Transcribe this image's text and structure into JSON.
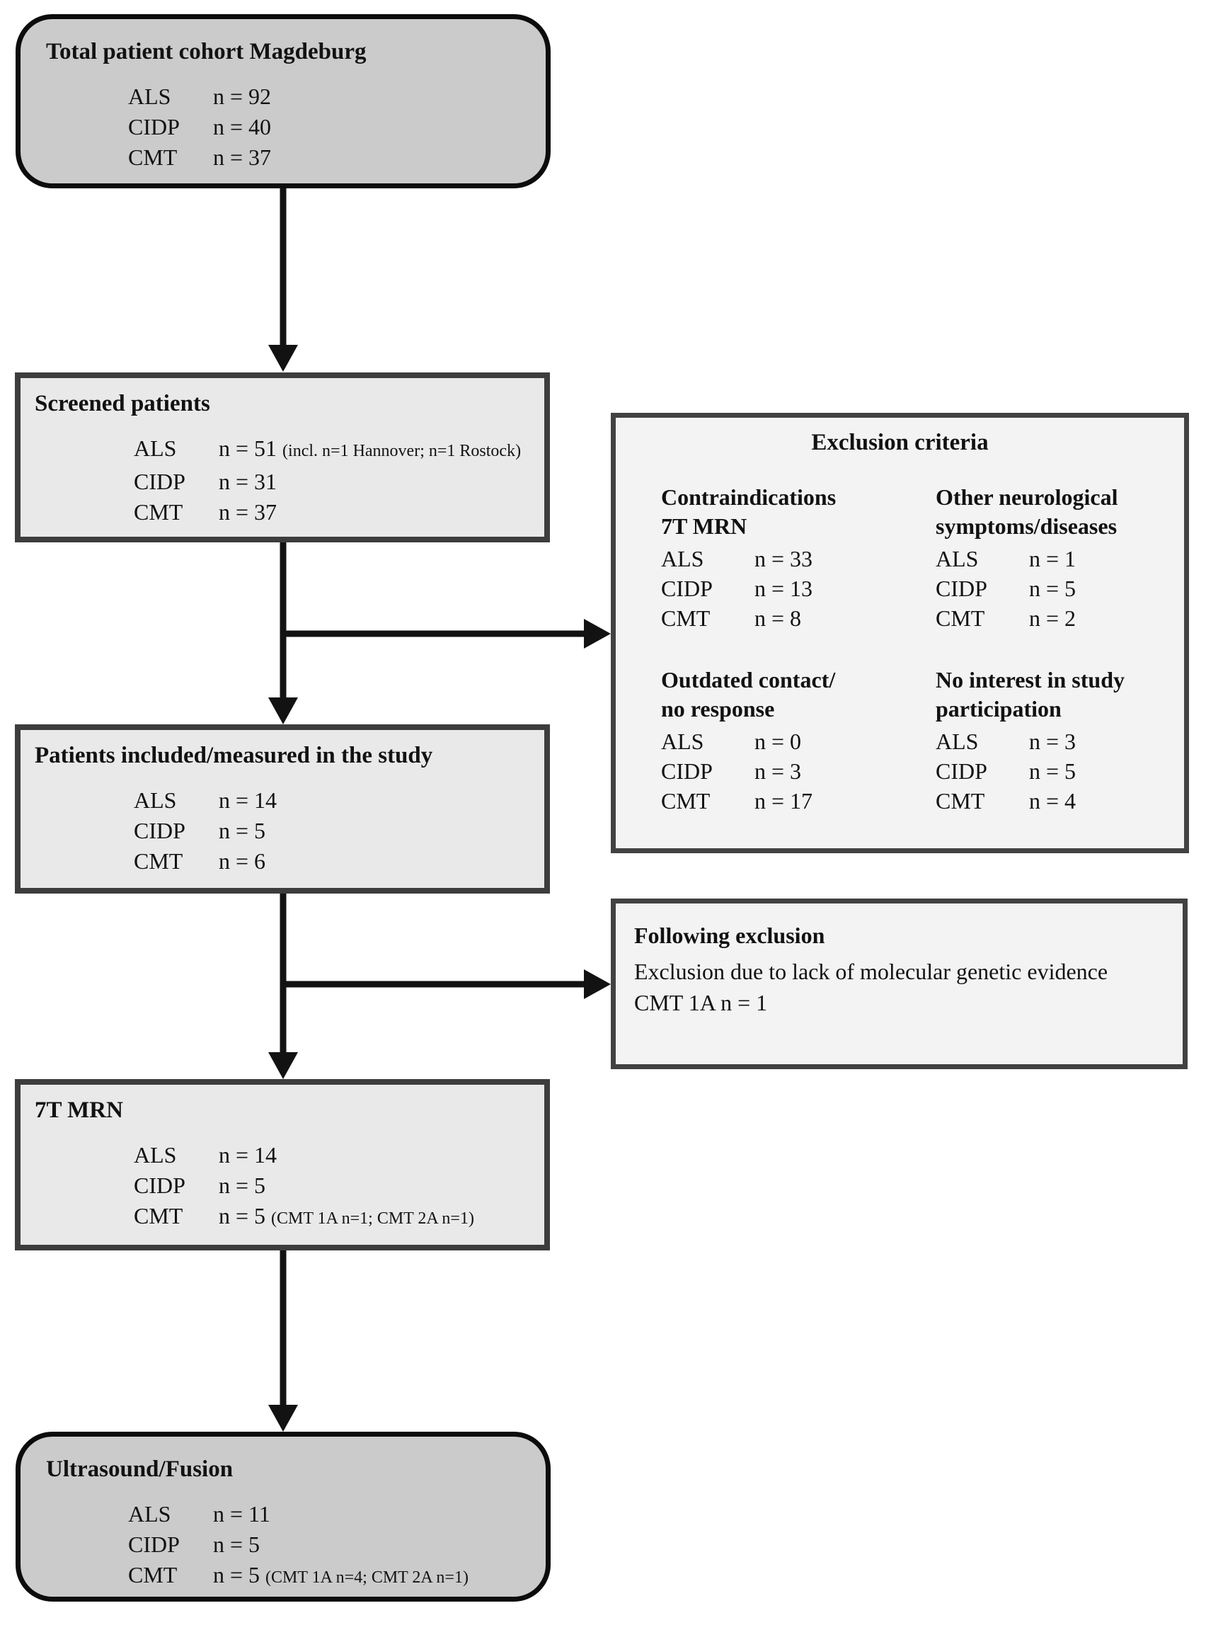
{
  "diagram": {
    "boxes": {
      "cohort": {
        "title": "Total patient cohort Magdeburg",
        "rows": [
          {
            "label": "ALS",
            "value": "n = 92",
            "note": ""
          },
          {
            "label": "CIDP",
            "value": "n = 40",
            "note": ""
          },
          {
            "label": "CMT",
            "value": "n = 37",
            "note": ""
          }
        ]
      },
      "screened": {
        "title": "Screened patients",
        "rows": [
          {
            "label": "ALS",
            "value": "n = 51",
            "note": "(incl. n=1 Hannover; n=1 Rostock)"
          },
          {
            "label": "CIDP",
            "value": "n = 31",
            "note": ""
          },
          {
            "label": "CMT",
            "value": "n = 37",
            "note": ""
          }
        ]
      },
      "included": {
        "title": "Patients included/measured in the study",
        "rows": [
          {
            "label": "ALS",
            "value": "n = 14",
            "note": ""
          },
          {
            "label": "CIDP",
            "value": "n = 5",
            "note": ""
          },
          {
            "label": "CMT",
            "value": "n = 6",
            "note": ""
          }
        ]
      },
      "mrn7t": {
        "title": "7T MRN",
        "rows": [
          {
            "label": "ALS",
            "value": "n = 14",
            "note": ""
          },
          {
            "label": "CIDP",
            "value": "n = 5",
            "note": ""
          },
          {
            "label": "CMT",
            "value": "n = 5",
            "note": "(CMT 1A n=1; CMT 2A n=1)"
          }
        ]
      },
      "ultrasound": {
        "title": "Ultrasound/Fusion",
        "rows": [
          {
            "label": "ALS",
            "value": "n = 11",
            "note": ""
          },
          {
            "label": "CIDP",
            "value": "n = 5",
            "note": ""
          },
          {
            "label": "CMT",
            "value": "n = 5",
            "note": "(CMT 1A n=4; CMT 2A n=1)"
          }
        ]
      }
    },
    "exclusion": {
      "title": "Exclusion criteria",
      "sections": [
        {
          "heading_line1": "Contraindications",
          "heading_line2": "7T MRN",
          "rows": [
            {
              "label": "ALS",
              "value": "n = 33"
            },
            {
              "label": "CIDP",
              "value": "n = 13"
            },
            {
              "label": "CMT",
              "value": "n = 8"
            }
          ]
        },
        {
          "heading_line1": "Other neurological",
          "heading_line2": "symptoms/diseases",
          "rows": [
            {
              "label": "ALS",
              "value": "n = 1"
            },
            {
              "label": "CIDP",
              "value": "n = 5"
            },
            {
              "label": "CMT",
              "value": "n = 2"
            }
          ]
        },
        {
          "heading_line1": "Outdated contact/",
          "heading_line2": "no response",
          "rows": [
            {
              "label": "ALS",
              "value": "n = 0"
            },
            {
              "label": "CIDP",
              "value": "n = 3"
            },
            {
              "label": "CMT",
              "value": "n = 17"
            }
          ]
        },
        {
          "heading_line1": "No interest in study",
          "heading_line2": "participation",
          "rows": [
            {
              "label": "ALS",
              "value": "n = 3"
            },
            {
              "label": "CIDP",
              "value": "n = 5"
            },
            {
              "label": "CMT",
              "value": "n = 4"
            }
          ]
        }
      ]
    },
    "following_exclusion": {
      "title": "Following exclusion",
      "line1": "Exclusion due to lack of molecular genetic evidence",
      "line2": "CMT 1A n = 1"
    },
    "colors": {
      "rounded_box_fill": "#cbcbcb",
      "rounded_box_border": "#0c0c0c",
      "square_box_fill": "#e9e9e9",
      "square_box_border": "#3d3d3d",
      "panel_fill": "#f3f3f3",
      "panel_border": "#424242",
      "arrow": "#121212"
    }
  }
}
